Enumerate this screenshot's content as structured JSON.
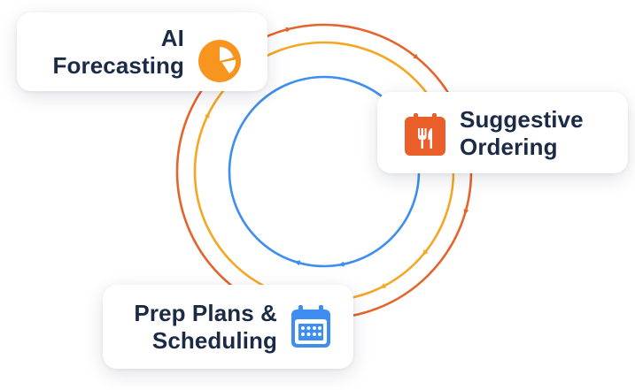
{
  "nodes": {
    "forecasting": {
      "line1": "AI",
      "line2": "Forecasting",
      "icon": "pie-chart-icon",
      "color": "#f7951e"
    },
    "ordering": {
      "line1": "Suggestive",
      "line2": "Ordering",
      "icon": "fork-knife-icon",
      "color": "#ea5e2a"
    },
    "prep": {
      "line1": "Prep Plans &",
      "line2": "Scheduling",
      "icon": "calendar-icon",
      "color": "#3d8ef0"
    }
  },
  "cycle_colors": {
    "outer": "#e4642c",
    "middle": "#f6a623",
    "inner": "#3d8ef0"
  }
}
